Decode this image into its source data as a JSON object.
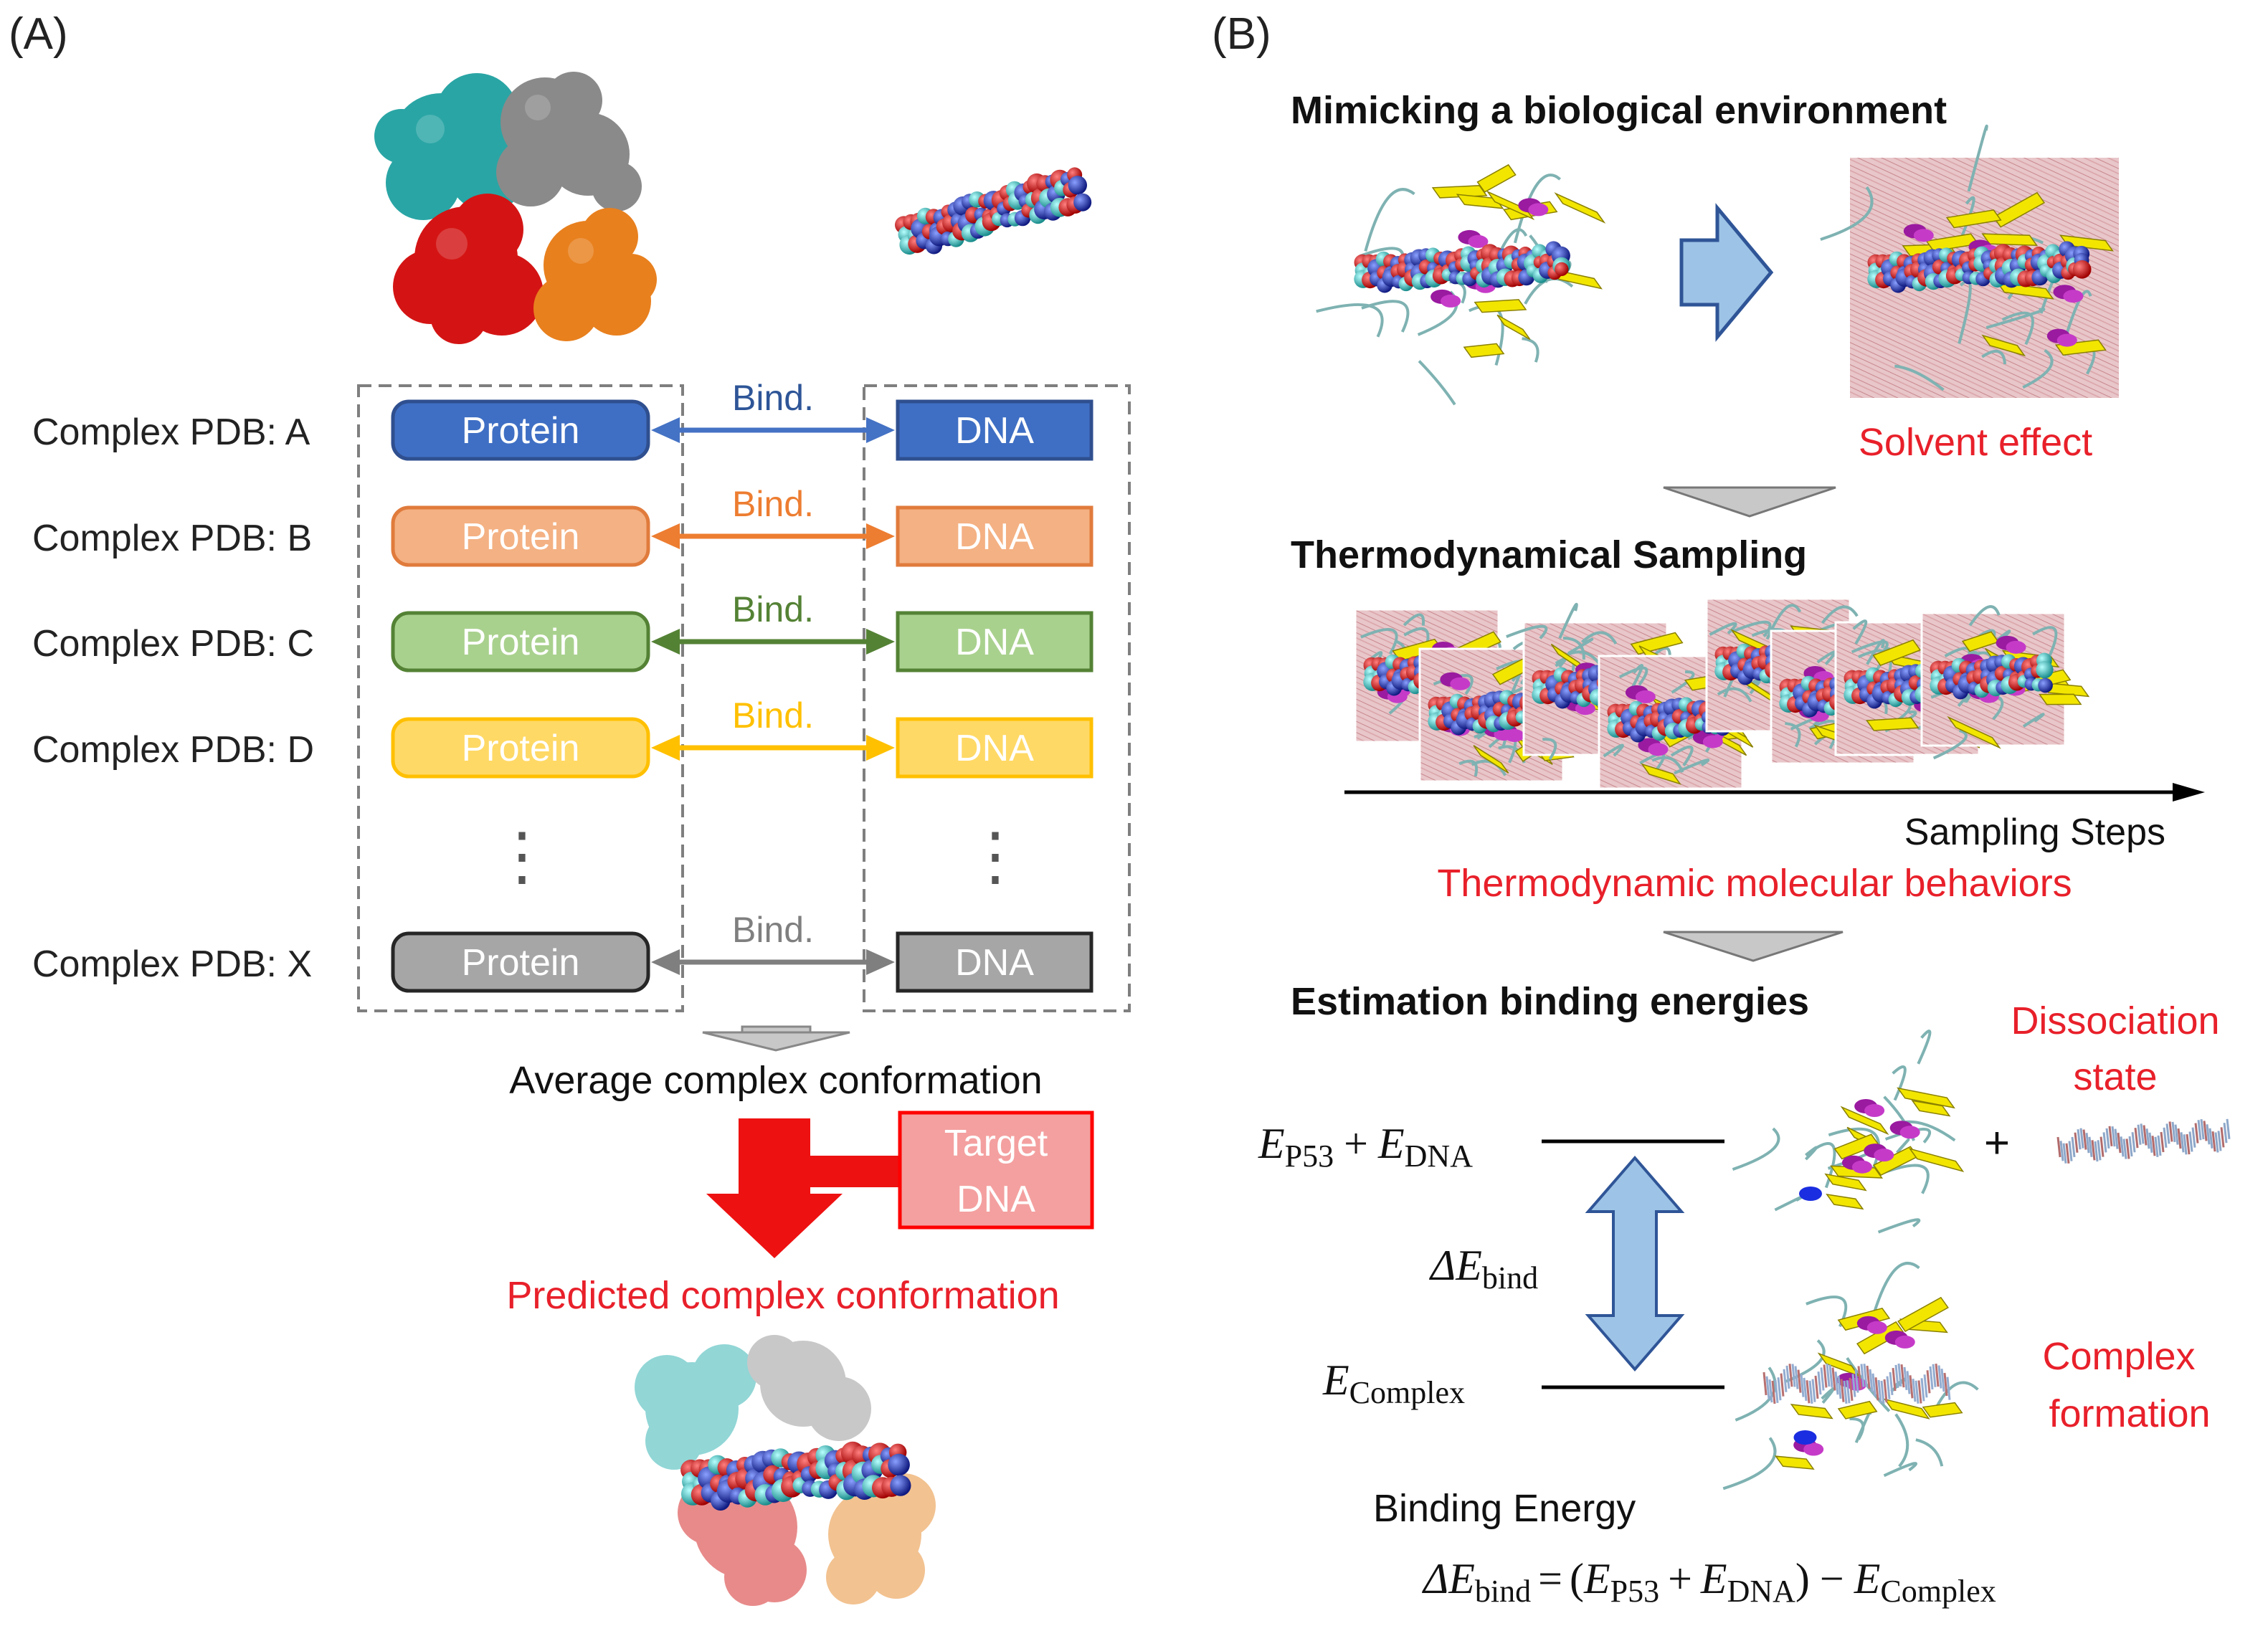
{
  "panel_a": {
    "label": "(A)",
    "rows": [
      {
        "label": "Complex PDB: A",
        "protein": "Protein",
        "bind": "Bind.",
        "dna": "DNA",
        "stroke": "#2f4f8f",
        "fill": "#3f6fc4",
        "text": "#ffffff",
        "arrow": "#4472c4",
        "bindColor": "#2e5597"
      },
      {
        "label": "Complex PDB: B",
        "protein": "Protein",
        "bind": "Bind.",
        "dna": "DNA",
        "stroke": "#e07b3c",
        "fill": "#f4b183",
        "text": "#ffffff",
        "arrow": "#ed7d31",
        "bindColor": "#ed7d31"
      },
      {
        "label": "Complex PDB: C",
        "protein": "Protein",
        "bind": "Bind.",
        "dna": "DNA",
        "stroke": "#548235",
        "fill": "#a9d18e",
        "text": "#ffffff",
        "arrow": "#548235",
        "bindColor": "#548235"
      },
      {
        "label": "Complex PDB: D",
        "protein": "Protein",
        "bind": "Bind.",
        "dna": "DNA",
        "stroke": "#ffc000",
        "fill": "#ffd966",
        "text": "#ffffff",
        "arrow": "#ffc000",
        "bindColor": "#ffc000"
      },
      {
        "label": "Complex PDB: X",
        "protein": "Protein",
        "bind": "Bind.",
        "dna": "DNA",
        "stroke": "#262626",
        "fill": "#a6a6a6",
        "text": "#ffffff",
        "arrow": "#7f7f7f",
        "bindColor": "#7f7f7f"
      }
    ],
    "dots": "⋮",
    "average_label": "Average complex conformation",
    "target_line1": "Target",
    "target_line2": "DNA",
    "predicted_label": "Predicted complex conformation"
  },
  "panel_b": {
    "label": "(B)",
    "section1_title": "Mimicking a biological environment",
    "solvent_label": "Solvent effect",
    "section2_title": "Thermodynamical Sampling",
    "steps_label": "Sampling Steps",
    "behaviors_label": "Thermodynamic molecular behaviors",
    "section3_title": "Estimation binding energies",
    "dissociation_line1": "Dissociation",
    "dissociation_line2": "state",
    "complex_line1": "Complex",
    "complex_line2": "formation",
    "plus": "+",
    "e_symbol": "E",
    "e_p53_sub": "P53",
    "e_dna_sub": "DNA",
    "delta_e": "ΔE",
    "bind_sub": "bind",
    "complex_sub": "Complex",
    "binding_energy_label": "Binding Energy",
    "equals": "=",
    "minus": "−",
    "open_paren": "(",
    "close_paren": ")"
  },
  "colors": {
    "red": "#e8202a",
    "arrow_blue": "#9dc3e6",
    "grey_arrow": "#bfbfbf"
  }
}
